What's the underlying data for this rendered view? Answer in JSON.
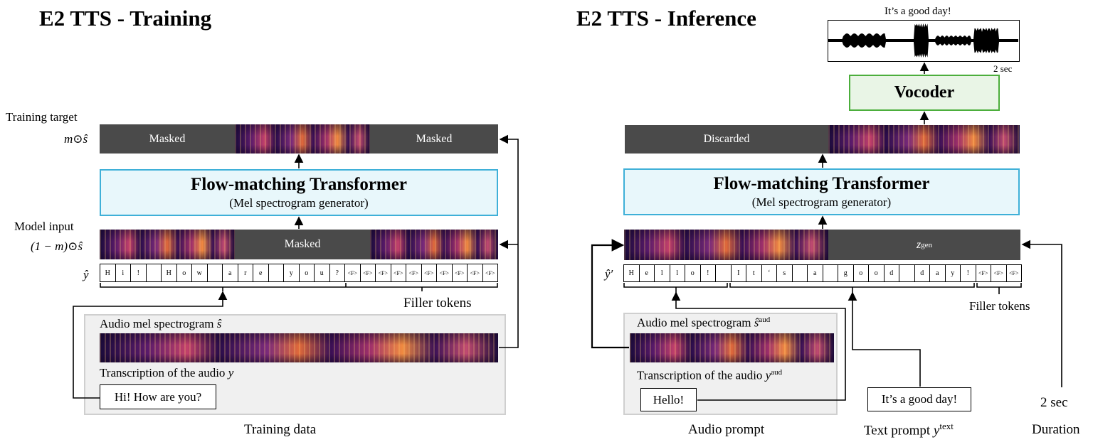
{
  "training": {
    "title": "E2 TTS - Training",
    "target_label": "Training target",
    "target_math": "m⊙ŝ",
    "masked_label": "Masked",
    "model": {
      "name": "Flow-matching Transformer",
      "sub": "(Mel spectrogram generator)"
    },
    "input_label": "Model input",
    "input_math": "(1 − m)⊙ŝ",
    "tokens_math": "ŷ",
    "tokens": [
      "H",
      "i",
      "!",
      " ",
      "H",
      "o",
      "w",
      " ",
      "a",
      "r",
      "e",
      " ",
      "y",
      "o",
      "u",
      "?"
    ],
    "filler_token": "<F>",
    "filler_count": 10,
    "filler_label": "Filler tokens",
    "audio_label": "Audio mel spectrogram ",
    "audio_math": "ŝ",
    "transcription_label": "Transcription of the audio ",
    "transcription_math": "y",
    "text_box": "Hi! How are you?",
    "caption": "Training data"
  },
  "inference": {
    "title": "E2 TTS - Inference",
    "waveform_text": "It’s a good day!",
    "waveform_duration": "2 sec",
    "vocoder": "Vocoder",
    "discarded_label": "Discarded",
    "model": {
      "name": "Flow-matching Transformer",
      "sub": "(Mel spectrogram generator)"
    },
    "zgen_base": "z",
    "zgen_sup": "gen",
    "tokens_math": "ŷ′",
    "tokens": [
      "H",
      "e",
      "l",
      "l",
      "o",
      "!",
      " ",
      "I",
      "t",
      "‘",
      "s",
      " ",
      "a",
      " ",
      "g",
      "o",
      "o",
      "d",
      " ",
      "d",
      "a",
      "y",
      "!"
    ],
    "filler_token": "<F>",
    "filler_count": 3,
    "filler_label": "Filler tokens",
    "audio_label": "Audio mel spectrogram ",
    "audio_math_base": "ŝ",
    "audio_math_sup": "aud",
    "transcription_label": "Transcription of the audio ",
    "transcription_math_base": "y",
    "transcription_math_sup": "aud",
    "audio_prompt_box": "Hello!",
    "text_prompt_box": "It’s a good day!",
    "duration_box": "2 sec",
    "caption_audio": "Audio prompt",
    "caption_text_base": "Text prompt ",
    "caption_text_math": "y",
    "caption_text_sup": "text",
    "caption_duration": "Duration"
  }
}
